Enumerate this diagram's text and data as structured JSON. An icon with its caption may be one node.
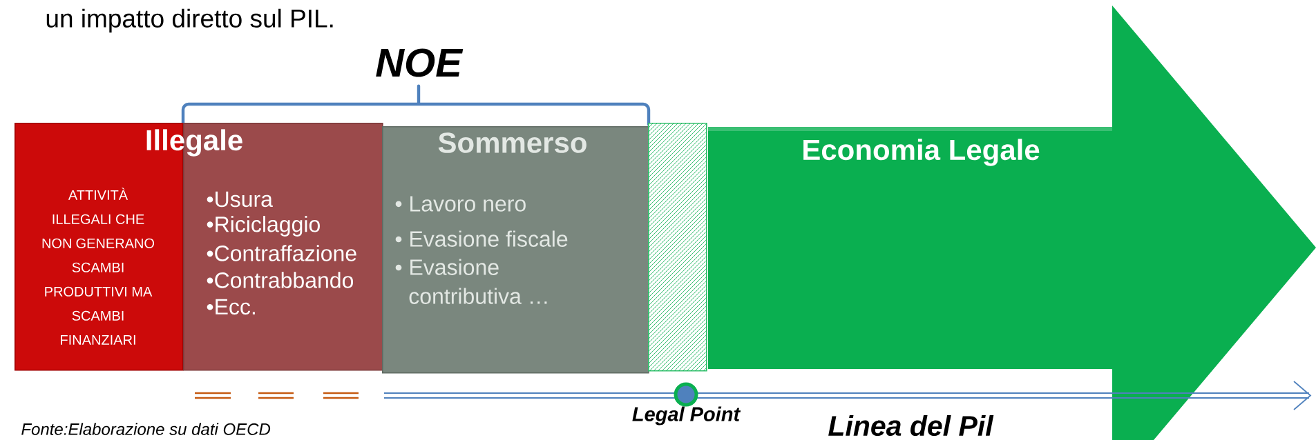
{
  "diagram": {
    "caption": "Fonte:Elaborazione su dati OECD",
    "nodes": [
      {
        "text": [
          "ATTIVITÀ ILLEGALI CHE NON GENERANO SCAMBI PRODUTTIVI MA SCAMBI FINANZIARI"
        ]
      },
      {
        "text": [
          "•Usura",
          "•Riciclaggio",
          "•Contraffazione",
          "•Contrabbando",
          "•Ecc."
        ]
      },
      {
        "text": [
          "Sommerso",
          "• Lavoro nero",
          "• Evasione fiscale",
          "• Evasione contributiva …"
        ]
      },
      {
        "text": [],
        "shape": "box"
      },
      {
        "text": [
          "Economia Legale"
        ]
      },
      {
        "text": [],
        "shape": "circle",
        "beside": [
          "Legal Point"
        ]
      }
    ],
    "labels": [
      "un impatto diretto sul PIL.",
      "NOE",
      "Illegale",
      "Linea del Pil"
    ]
  }
}
